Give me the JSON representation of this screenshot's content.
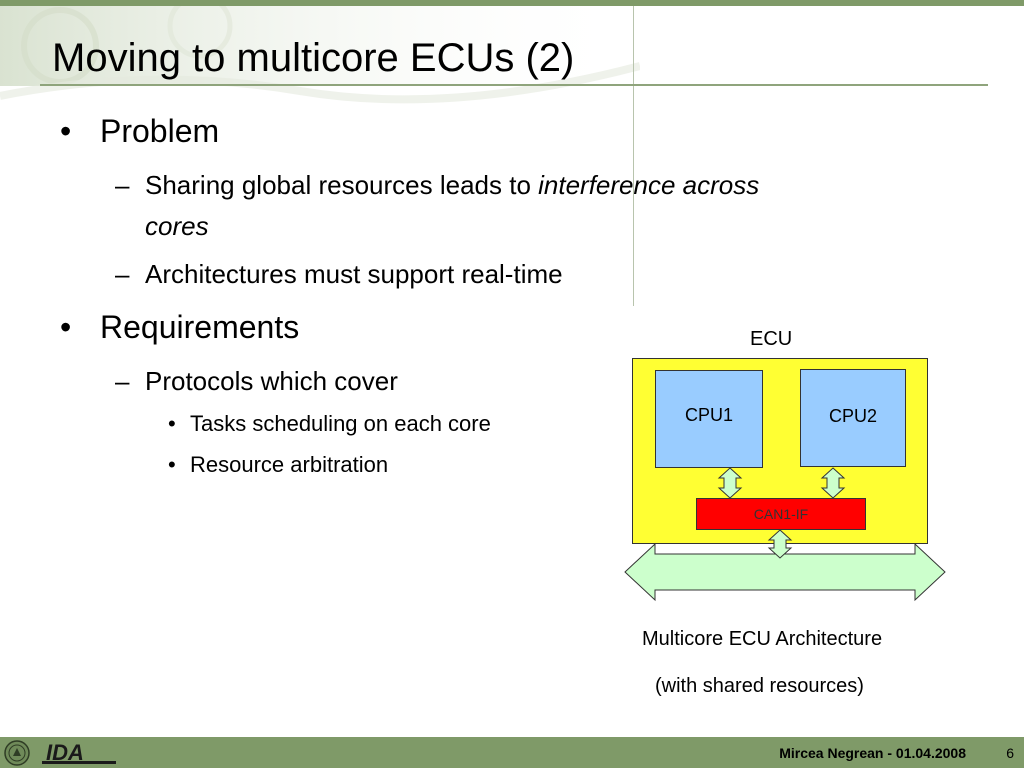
{
  "slide": {
    "title": "Moving to multicore ECUs (2)"
  },
  "bullets": [
    {
      "level": 1,
      "marker": "•",
      "text": "Problem"
    },
    {
      "level": 2,
      "marker": "–",
      "text": "Sharing global resources leads to ",
      "emphasis": "interference across"
    },
    {
      "level": 2,
      "marker": "",
      "text": "",
      "emphasis": "cores"
    },
    {
      "level": 2,
      "marker": "–",
      "text": "Architectures must support real-time"
    },
    {
      "level": 1,
      "marker": "•",
      "text": "Requirements"
    },
    {
      "level": 2,
      "marker": "–",
      "text": "Protocols which cover"
    },
    {
      "level": 3,
      "marker": "•",
      "text": "Tasks scheduling on each core"
    },
    {
      "level": 3,
      "marker": "•",
      "text": "Resource arbitration"
    }
  ],
  "diagram": {
    "ecu_label": "ECU",
    "cpu1_label": "CPU1",
    "cpu2_label": "CPU2",
    "can_label": "CAN1-IF",
    "caption_line1": "Multicore ECU Architecture",
    "caption_line2": "(with shared resources)",
    "colors": {
      "ecu_fill": "#ffff33",
      "cpu_fill": "#99ccff",
      "can_fill": "#ff0000",
      "arrow_fill": "#ccffcc"
    }
  },
  "footer": {
    "author_date": "Mircea Negrean - 01.04.2008",
    "page_number": "6",
    "logo_text": "IDA",
    "seal_icon": "university-seal-icon"
  },
  "theme": {
    "accent": "#7f9a68"
  }
}
